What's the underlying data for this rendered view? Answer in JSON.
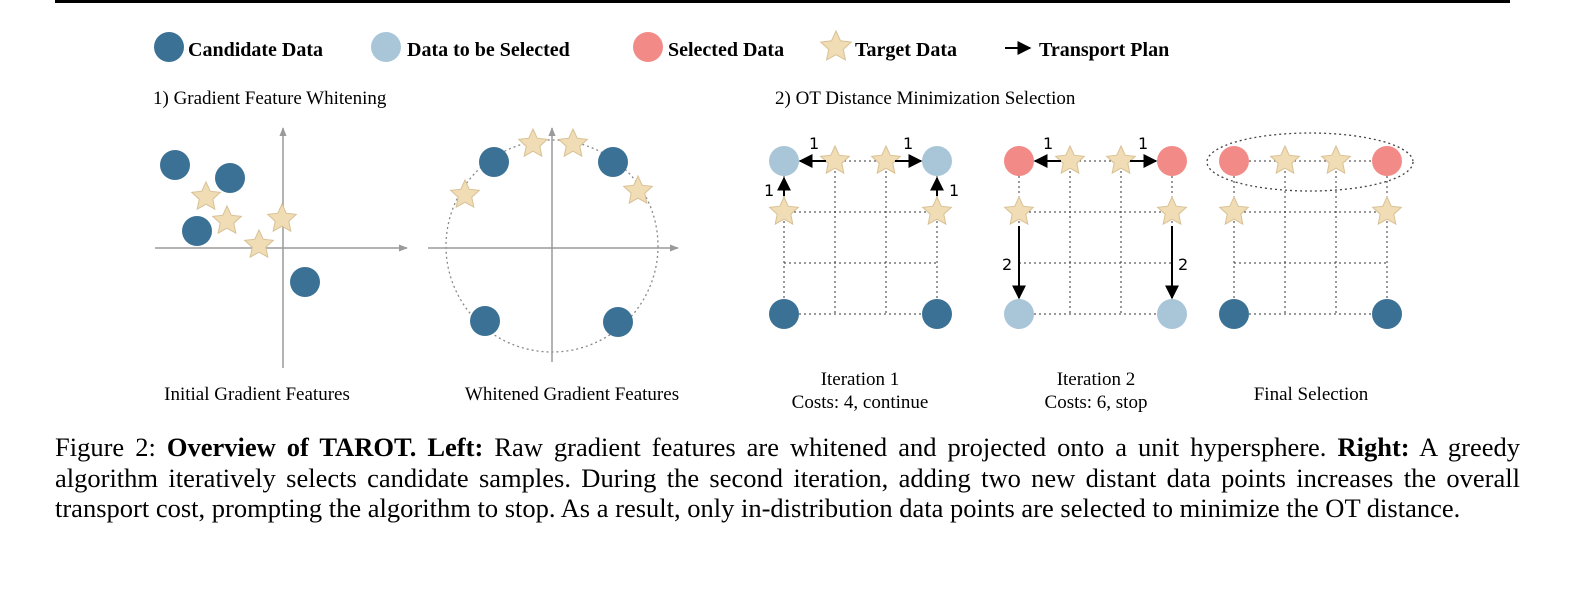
{
  "legend": {
    "candidate": "Candidate Data",
    "to_select": "Data to be Selected",
    "selected": "Selected Data",
    "target": "Target Data",
    "transport": "Transport Plan"
  },
  "colors": {
    "candidate": "#3c7196",
    "to_select": "#a8c6d8",
    "selected": "#f28b87",
    "target": "#f0dcb5",
    "target_stroke": "#d9c194",
    "axis": "#9a9a9a",
    "grid": "#333333"
  },
  "left_section": {
    "title": "1) Gradient Feature Whitening",
    "panel1_label": "Initial Gradient Features",
    "panel2_label": "Whitened Gradient Features"
  },
  "right_section": {
    "title": "2) OT Distance Minimization Selection",
    "iter1_label": "Iteration 1",
    "iter1_cost": "Costs: 4, continue",
    "iter2_label": "Iteration 2",
    "iter2_cost": "Costs: 6, stop",
    "final_label": "Final Selection",
    "cost_one": "1",
    "cost_two": "2"
  },
  "caption": {
    "prefix": "Figure 2: ",
    "title": "Overview of TAROT.",
    "left_head": "Left:",
    "left_text": " Raw gradient features are whitened and projected onto a unit hypersphere. ",
    "right_head": "Right:",
    "right_text": " A greedy algorithm iteratively selects candidate samples. During the second iteration, adding two new distant data points increases the overall transport cost, prompting the algorithm to stop. As a result, only in-distribution data points are selected to minimize the OT distance."
  }
}
